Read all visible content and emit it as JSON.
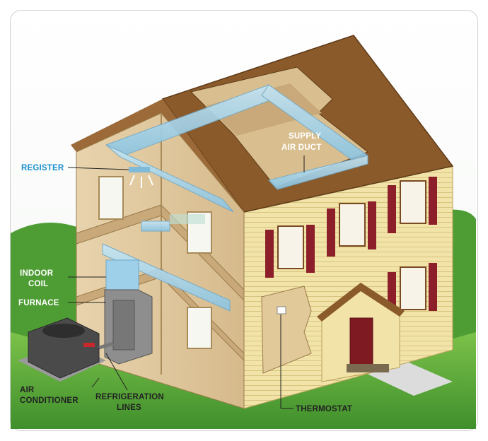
{
  "labels": {
    "register": "REGISTER",
    "supply_air_duct_line1": "SUPPLY",
    "supply_air_duct_line2": "AIR DUCT",
    "indoor_coil_line1": "INDOOR",
    "indoor_coil_line2": "COIL",
    "furnace": "FURNACE",
    "air_conditioner_line1": "AIR",
    "air_conditioner_line2": "CONDITIONER",
    "refrigeration_lines_line1": "REFRIGERATION",
    "refrigeration_lines_line2": "LINES",
    "thermostat": "THERMOSTAT"
  },
  "colors": {
    "label_blue": "#1a8fd0",
    "label_green": "#1f7a3c",
    "roof": "#8a5a2b",
    "siding": "#f1e2a6",
    "shutters": "#8c1f2a",
    "duct": "#9fd0ea",
    "grass": "#5aa83b"
  }
}
